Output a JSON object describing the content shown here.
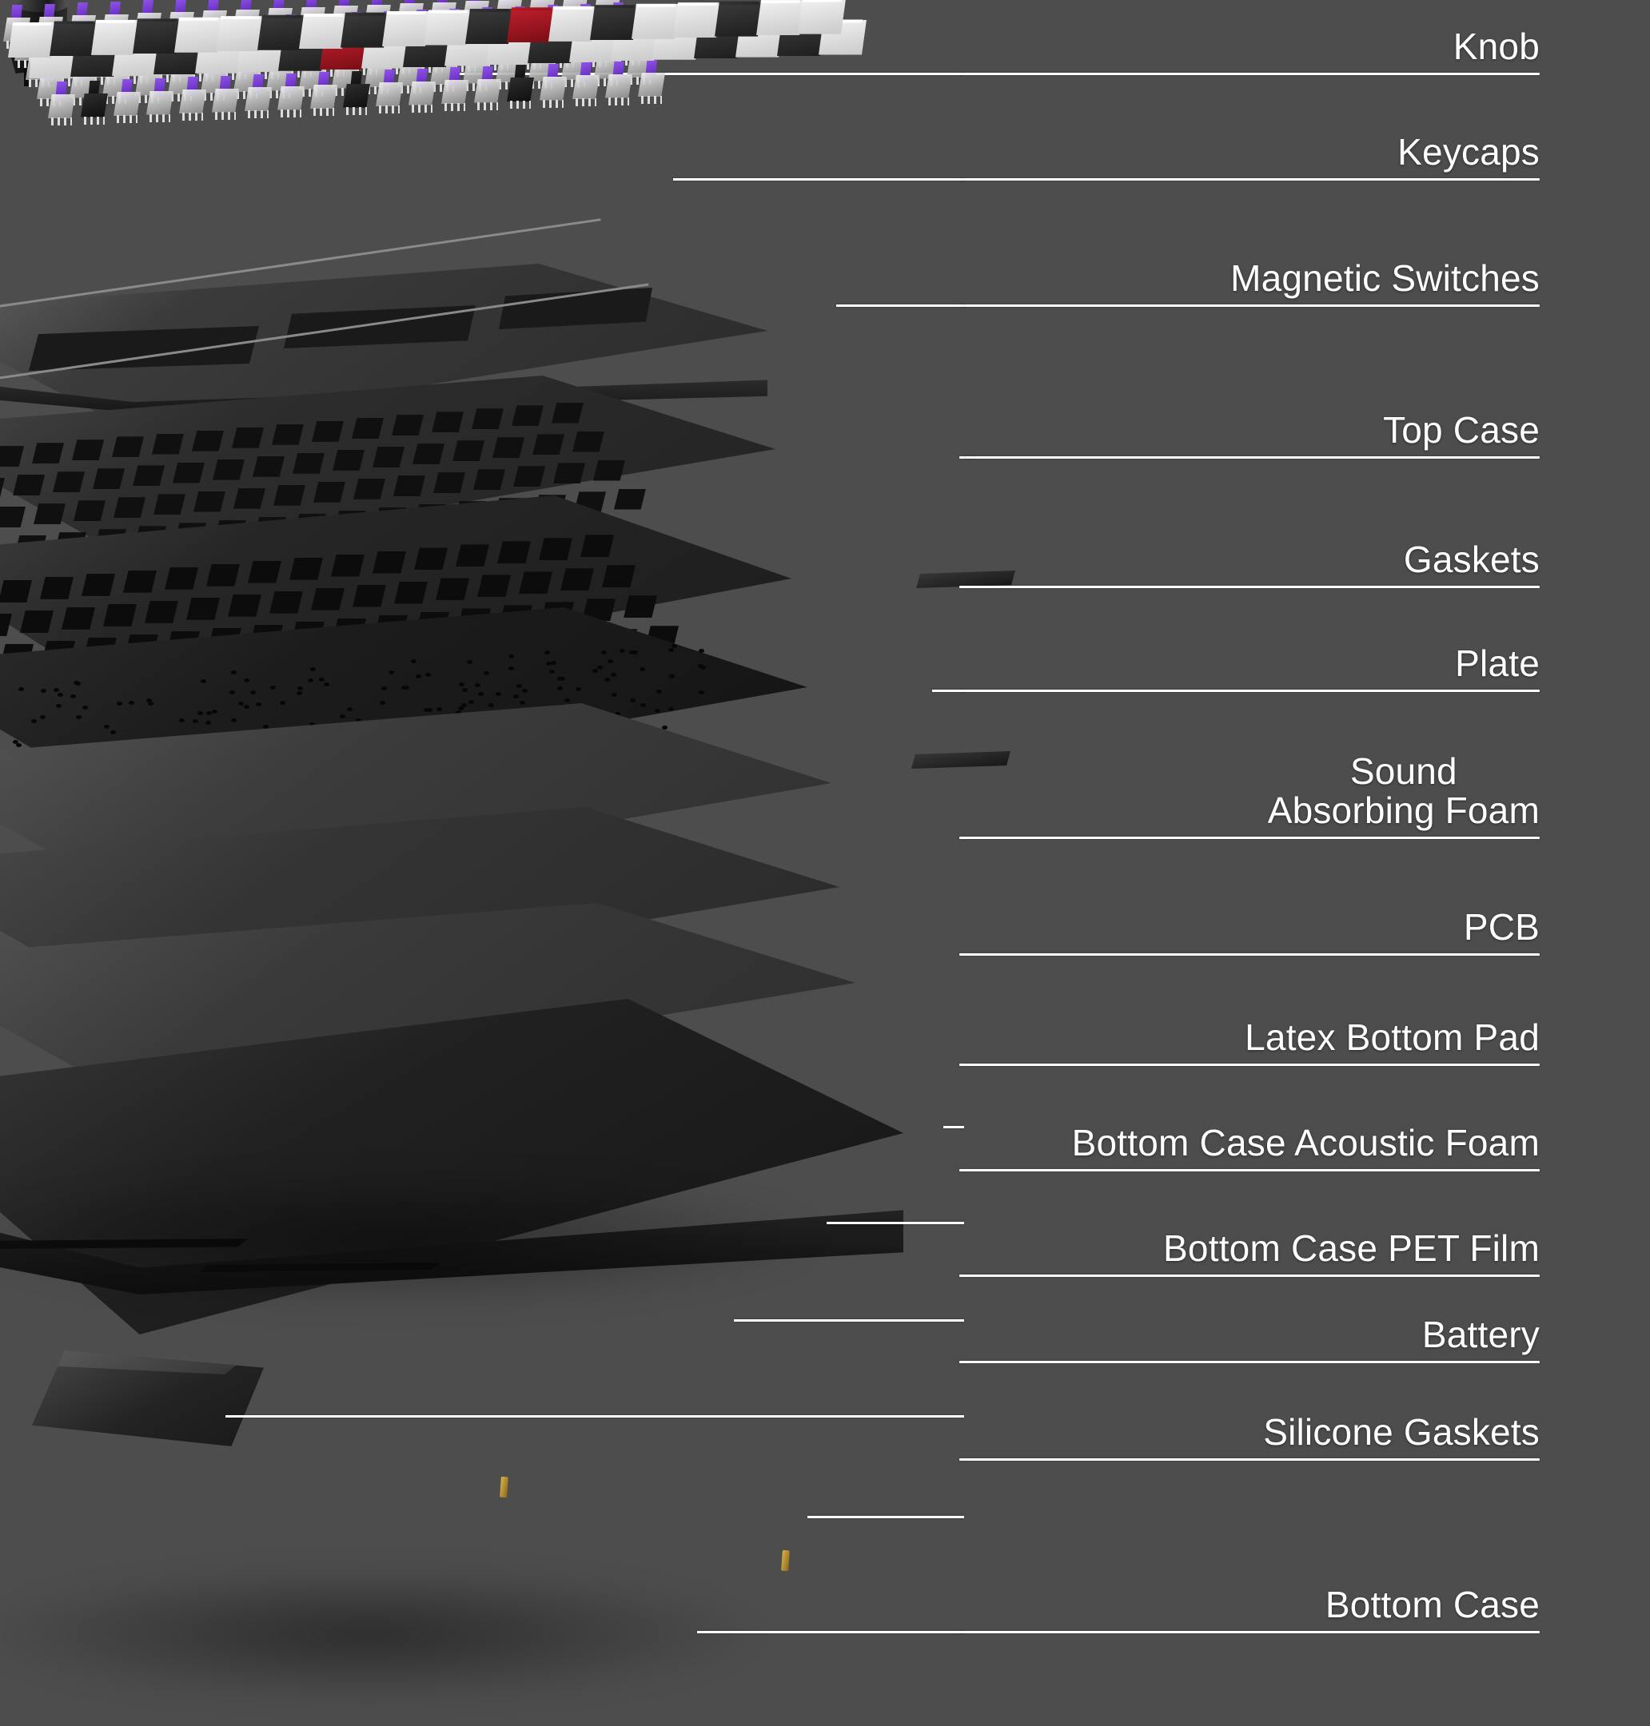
{
  "meta": {
    "background_color": "#4d4d4d",
    "label_color": "#ffffff",
    "accent_switch_color": "#7b3fd4",
    "accent_keycap_color": "#c0202c",
    "gold_pin_color": "#d9b24a"
  },
  "diagram": {
    "title": "Exploded view keyboard component diagram",
    "type": "exploded-assembly",
    "component_count": 14
  },
  "callouts": [
    {
      "id": "knob",
      "label": "Knob",
      "lines": [
        "Knob"
      ]
    },
    {
      "id": "keycaps",
      "label": "Keycaps",
      "lines": [
        "Keycaps"
      ]
    },
    {
      "id": "magnetic-switches",
      "label": "Magnetic Switches",
      "lines": [
        "Magnetic Switches"
      ]
    },
    {
      "id": "top-case",
      "label": "Top Case",
      "lines": [
        "Top Case"
      ]
    },
    {
      "id": "gaskets",
      "label": "Gaskets",
      "lines": [
        "Gaskets"
      ]
    },
    {
      "id": "plate",
      "label": "Plate",
      "lines": [
        "Plate"
      ]
    },
    {
      "id": "sound-absorbing-foam",
      "label": "Sound Absorbing Foam",
      "lines": [
        "Sound",
        "Absorbing Foam"
      ]
    },
    {
      "id": "pcb",
      "label": "PCB",
      "lines": [
        "PCB"
      ]
    },
    {
      "id": "latex-bottom-pad",
      "label": "Latex Bottom Pad",
      "lines": [
        "Latex Bottom Pad"
      ]
    },
    {
      "id": "bottom-case-acoustic-foam",
      "label": "Bottom Case Acoustic Foam",
      "lines": [
        "Bottom Case Acoustic Foam"
      ]
    },
    {
      "id": "bottom-case-pet-film",
      "label": "Bottom Case PET Film",
      "lines": [
        "Bottom Case PET Film"
      ]
    },
    {
      "id": "battery",
      "label": "Battery",
      "lines": [
        "Battery"
      ]
    },
    {
      "id": "silicone-gaskets",
      "label": "Silicone Gaskets",
      "lines": [
        "Silicone Gaskets"
      ]
    },
    {
      "id": "bottom-case",
      "label": "Bottom Case",
      "lines": [
        "Bottom Case"
      ]
    }
  ]
}
